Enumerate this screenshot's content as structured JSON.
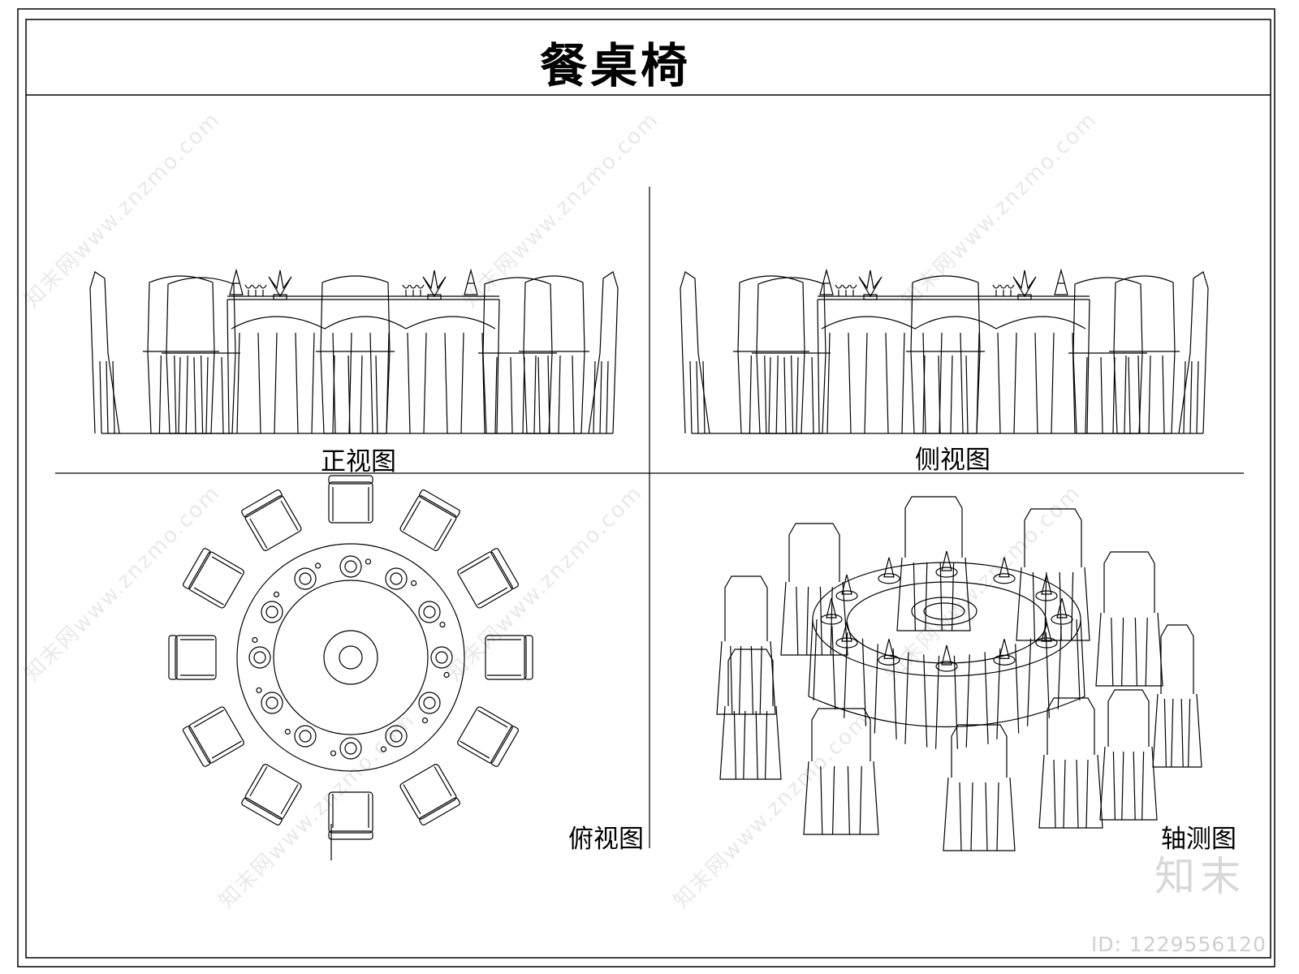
{
  "drawing": {
    "title": "餐桌椅",
    "views": {
      "front": "正视图",
      "side": "侧视图",
      "top": "俯视图",
      "axonometric": "轴测图"
    }
  },
  "watermark": {
    "text": "知末网www.znzmo.com",
    "brand": "知末",
    "id_text": "ID: 1229556120"
  },
  "colors": {
    "line": "#000000",
    "watermark": "#d8d8d8"
  }
}
